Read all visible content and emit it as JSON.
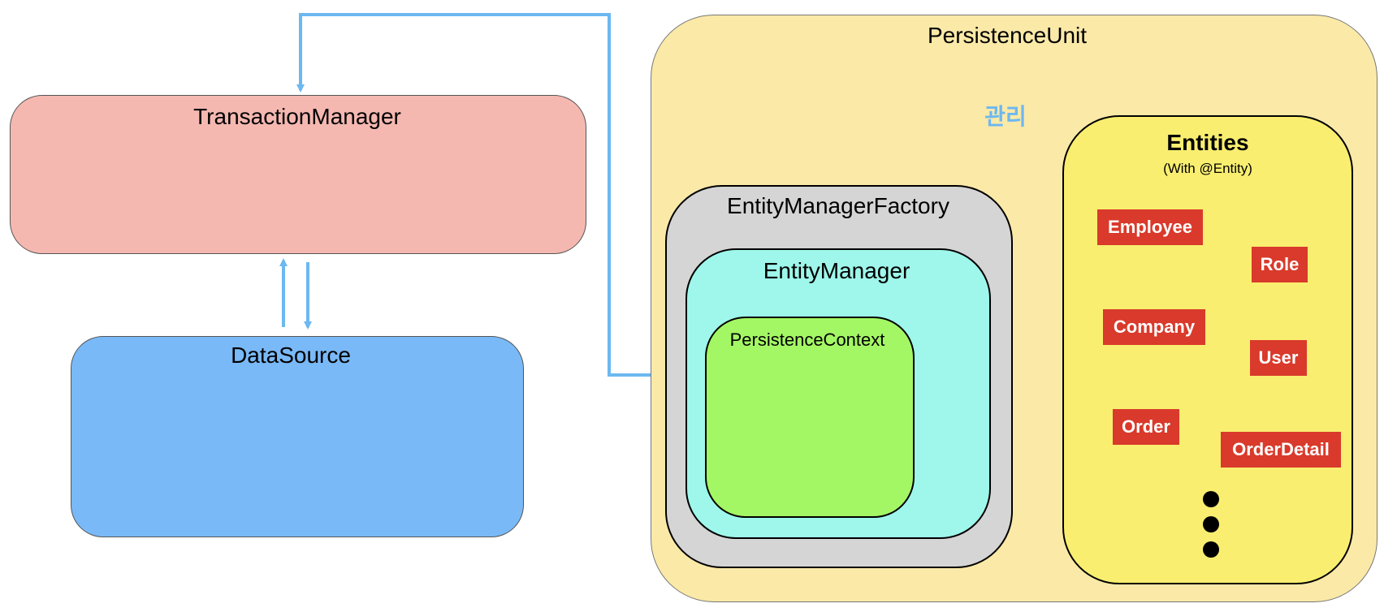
{
  "colors": {
    "arrow": "#6cb8f0",
    "transaction_manager_fill": "#f5b8b1",
    "data_source_fill": "#7ab9f7",
    "persistence_unit_fill": "#fbe9a8",
    "entity_manager_factory_fill": "#d5d5d5",
    "entity_manager_fill": "#9ef7ea",
    "persistence_context_fill": "#a4f764",
    "entities_fill": "#f9ee70",
    "entity_chip_fill": "#d93a2b"
  },
  "transaction_manager": {
    "label": "TransactionManager"
  },
  "data_source": {
    "label": "DataSource"
  },
  "persistence_unit": {
    "label": "PersistenceUnit",
    "manage_label": "관리",
    "entity_manager_factory": {
      "label": "EntityManagerFactory",
      "entity_manager": {
        "label": "EntityManager",
        "persistence_context": {
          "label": "PersistenceContext"
        }
      }
    },
    "entities": {
      "title": "Entities",
      "subtitle": "(With @Entity)",
      "items": [
        "Employee",
        "Role",
        "Company",
        "User",
        "Order",
        "OrderDetail"
      ],
      "more_marker": "vertical-ellipsis"
    }
  }
}
